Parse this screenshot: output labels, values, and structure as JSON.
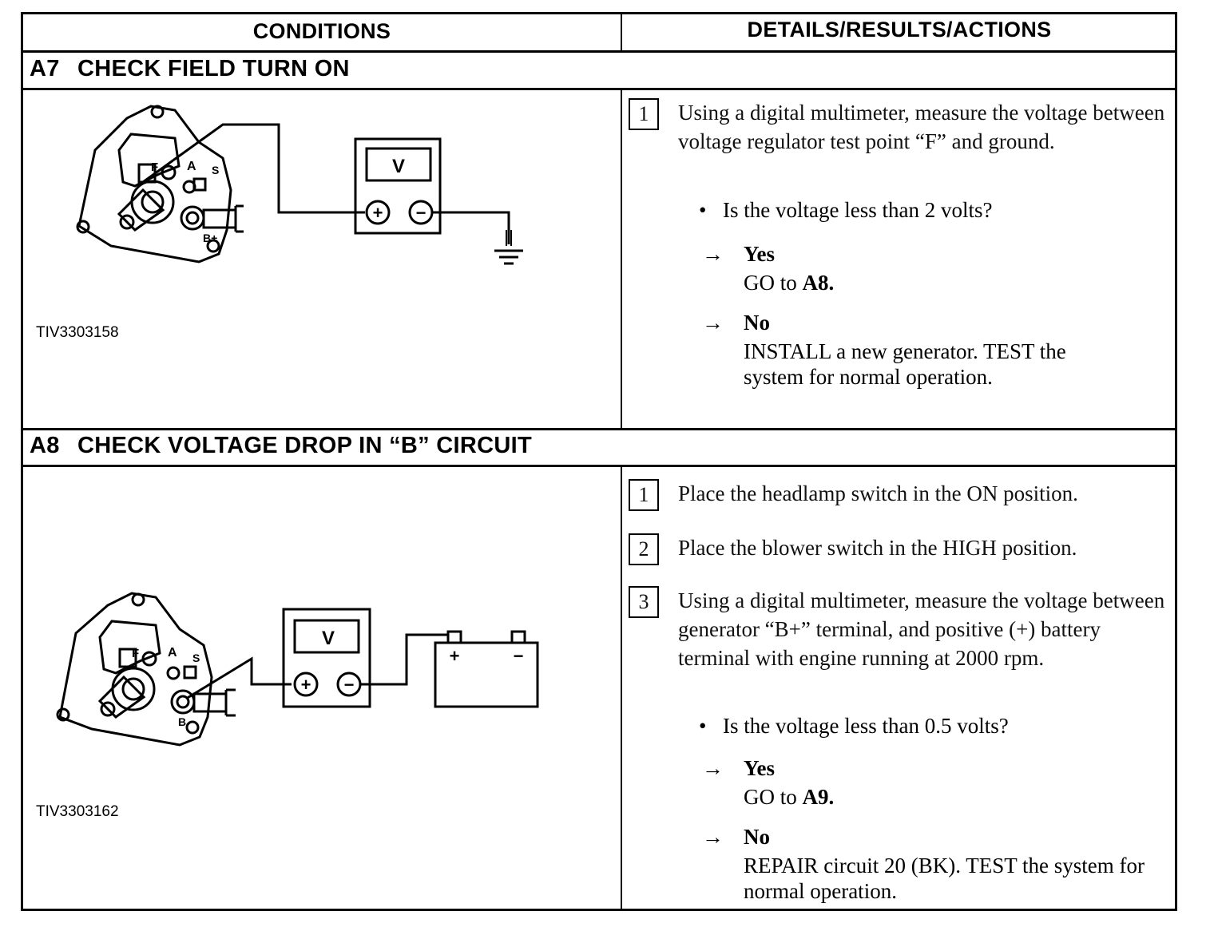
{
  "header": {
    "conditions": "CONDITIONS",
    "details": "DETAILS/RESULTS/ACTIONS"
  },
  "a7": {
    "num": "A7",
    "title": "CHECK FIELD TURN ON",
    "figure_id": "TIV3303158",
    "diagram": {
      "meter_label": "V",
      "plus": "+",
      "minus": "−",
      "terminals": {
        "f": "F",
        "a": "A",
        "s": "S",
        "b": "B+"
      }
    },
    "steps": [
      {
        "n": "1",
        "text": "Using a digital multimeter, measure the voltage between voltage regulator test point “F” and ground."
      }
    ],
    "question": "Is the voltage less than 2 volts?",
    "yes": {
      "label": "Yes",
      "action_prefix": "GO to ",
      "action_ref": "A8."
    },
    "no": {
      "label": "No",
      "action": "INSTALL a new generator. TEST the system for normal operation."
    }
  },
  "a8": {
    "num": "A8",
    "title": "CHECK VOLTAGE DROP IN “B” CIRCUIT",
    "figure_id": "TIV3303162",
    "diagram": {
      "meter_label": "V",
      "plus": "+",
      "minus": "−",
      "battery_plus": "+",
      "battery_minus": "−",
      "terminals": {
        "f": "F",
        "a": "A",
        "s": "S",
        "b": "B"
      }
    },
    "steps": [
      {
        "n": "1",
        "text": "Place the headlamp switch in the ON position."
      },
      {
        "n": "2",
        "text": "Place the blower switch in the HIGH position."
      },
      {
        "n": "3",
        "text": "Using a digital multimeter, measure the voltage between generator “B+” terminal, and positive (+) battery terminal with engine running at 2000 rpm."
      }
    ],
    "question": "Is the voltage less than 0.5 volts?",
    "yes": {
      "label": "Yes",
      "action_prefix": "GO to ",
      "action_ref": "A9."
    },
    "no": {
      "label": "No",
      "action": "REPAIR circuit 20 (BK). TEST the system for normal operation."
    }
  },
  "symbols": {
    "arrow": "→",
    "bullet": "•"
  }
}
